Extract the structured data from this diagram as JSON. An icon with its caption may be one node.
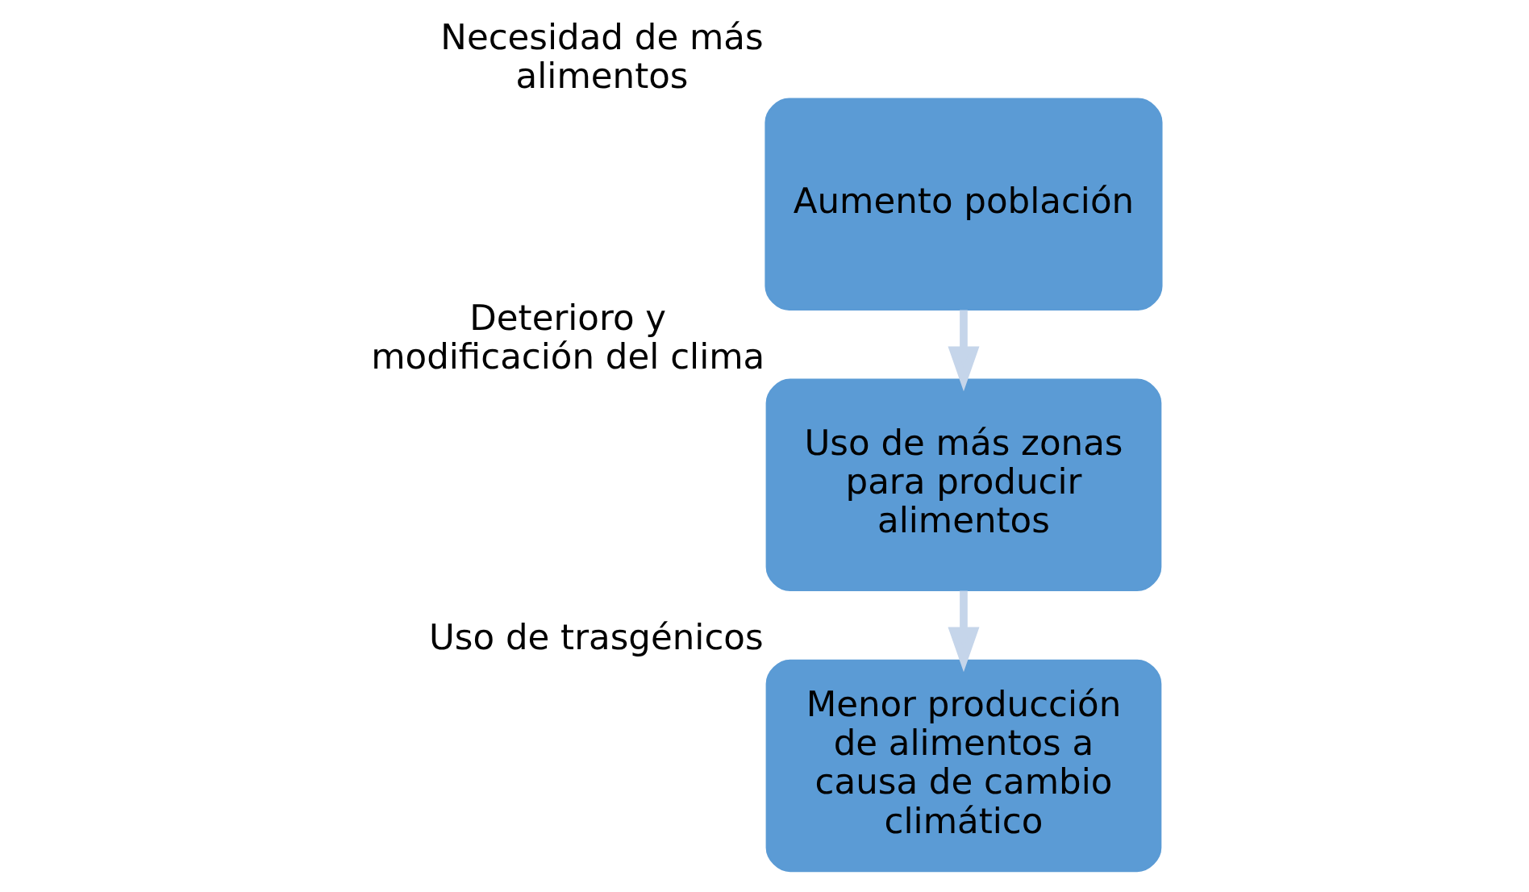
{
  "diagram": {
    "nodes": [
      {
        "text": [
          "Aumento población"
        ],
        "beside": [
          "Necesidad de más alimentos"
        ]
      },
      {
        "text": [
          "Uso de más zonas para producir alimentos"
        ],
        "beside": [
          "Deterioro y modificación del clima"
        ]
      },
      {
        "text": [
          "Menor producción de alimentos a causa de cambio climático"
        ],
        "beside": [
          "Uso de trasgénicos"
        ]
      }
    ],
    "edges": [
      {
        "from": 0,
        "to": 1,
        "arrow": "to"
      },
      {
        "from": 1,
        "to": 2,
        "arrow": "to"
      }
    ]
  }
}
